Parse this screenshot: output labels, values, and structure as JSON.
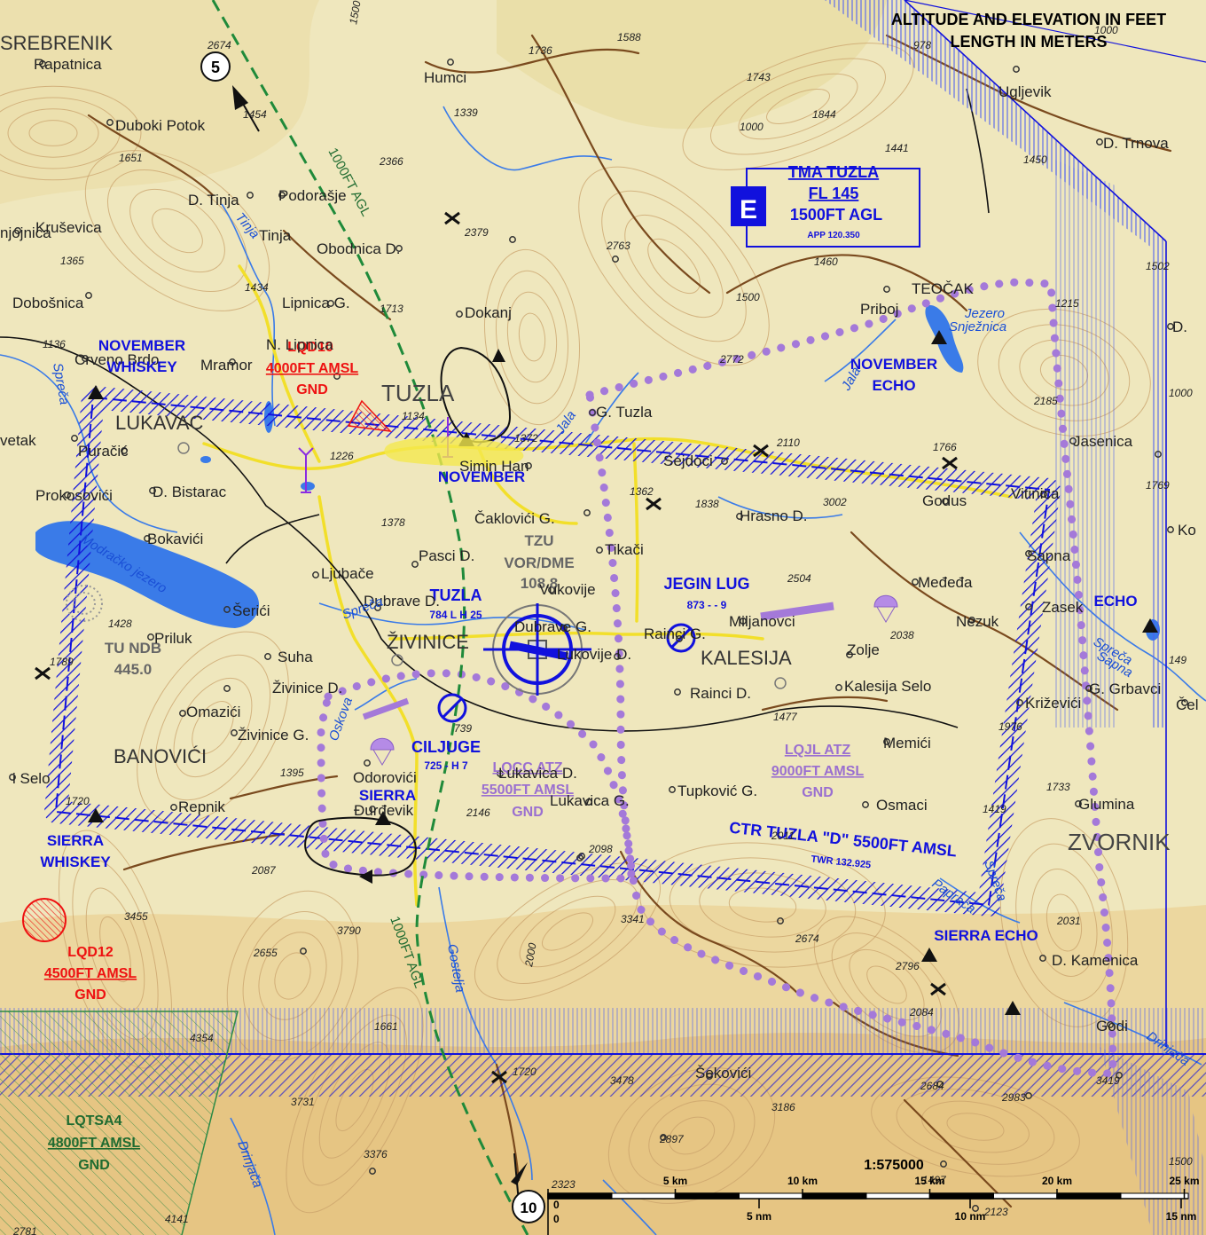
{
  "header": {
    "line1": "ALTITUDE AND ELEVATION IN FEET",
    "line2": "LENGTH IN METERS"
  },
  "colors": {
    "terrain_base": "#efe7bd",
    "terrain_high": "#e7c889",
    "contour": "#c9a16b",
    "airspace_blue": "#1111dd",
    "atz_purple": "#a479d9",
    "restricted_red": "#ee1111",
    "tsa_green": "#1f6b30",
    "water": "#3a7be8",
    "road_yellow": "#f2df2a",
    "road_brown": "#7a4a1e"
  },
  "airspace": {
    "tma": {
      "title": "TMA TUZLA",
      "upper": "FL 145",
      "lower": "1500FT AGL",
      "freq": "APP 120.350",
      "class": "E"
    },
    "ctr": {
      "title": "CTR TUZLA  \"D\"  5500FT AMSL",
      "freq": "TWR 132.925"
    },
    "locc": {
      "name": "LQCC ATZ",
      "upper": "5500FT AMSL",
      "lower": "GND"
    },
    "lqjl": {
      "name": "LQJL ATZ",
      "upper": "9000FT AMSL",
      "lower": "GND"
    },
    "lqd10": {
      "name": "LQD10",
      "upper": "4000FT AMSL",
      "lower": "GND"
    },
    "lqd12": {
      "name": "LQD12",
      "upper": "4500FT AMSL",
      "lower": "GND"
    },
    "lqtsa4": {
      "name": "LQTSA4",
      "upper": "4800FT AMSL",
      "lower": "GND"
    },
    "agl_line_1": "1000FT AGL",
    "agl_line_2": "1000FT AGL"
  },
  "navaids": {
    "vor": {
      "ident": "TZU",
      "type": "VOR/DME",
      "freq": "108.8"
    },
    "ndb": {
      "name": "TU NDB",
      "freq": "445.0"
    },
    "tuzla_ap": {
      "name": "TUZLA",
      "info": "784  L  H  25"
    },
    "jegin_lug": {
      "name": "JEGIN LUG",
      "info": "873  -  -  9"
    },
    "ciljuge": {
      "name": "CILJUGE",
      "info": "725  -  H  7"
    },
    "marker_5": "5",
    "marker_10": "10"
  },
  "reporting_points": [
    {
      "id": "november-whiskey",
      "line1": "NOVEMBER",
      "line2": "WHISKEY"
    },
    {
      "id": "november",
      "line1": "NOVEMBER",
      "line2": ""
    },
    {
      "id": "november-echo",
      "line1": "NOVEMBER",
      "line2": "ECHO"
    },
    {
      "id": "echo",
      "line1": "ECHO",
      "line2": ""
    },
    {
      "id": "sierra",
      "line1": "SIERRA",
      "line2": ""
    },
    {
      "id": "sierra-whiskey",
      "line1": "SIERRA",
      "line2": "WHISKEY"
    },
    {
      "id": "sierra-echo",
      "line1": "SIERRA ECHO",
      "line2": ""
    }
  ],
  "cities": {
    "tuzla": "TUZLA",
    "zivinice": "ŽIVINICE",
    "kalesija": "KALESIJA",
    "banovici": "BANOVIĆI",
    "lukavac": "LUKAVAC",
    "zvornik": "ZVORNIK",
    "srebrenik": "SREBRENIK",
    "teocak": "TEOČAK"
  },
  "places": [
    {
      "key": "rapatnica",
      "label": "Rapatnica"
    },
    {
      "key": "duboki",
      "label": "Duboki Potok"
    },
    {
      "key": "humci",
      "label": "Humci"
    },
    {
      "key": "dtinja",
      "label": "D. Tinja"
    },
    {
      "key": "podorasje",
      "label": "Podorašje"
    },
    {
      "key": "tinja",
      "label": "Tinja"
    },
    {
      "key": "obodnica",
      "label": "Obodnica D."
    },
    {
      "key": "lipnica",
      "label": "Lipnica G."
    },
    {
      "key": "dokanj",
      "label": "Dokanj"
    },
    {
      "key": "ugljevik",
      "label": "Ugljevik"
    },
    {
      "key": "dtrnova",
      "label": "D. Trnova"
    },
    {
      "key": "priboj",
      "label": "Priboj"
    },
    {
      "key": "krusevica",
      "label": "Kruševica"
    },
    {
      "key": "jojnica",
      "label": "njojnica"
    },
    {
      "key": "dobosnica",
      "label": "Dobošnica"
    },
    {
      "key": "crvenobrdo",
      "label": "Crveno Brdo"
    },
    {
      "key": "mramor",
      "label": "Mramor"
    },
    {
      "key": "nlipnica",
      "label": "N. Lipnica"
    },
    {
      "key": "gtuzla",
      "label": "G. Tuzla"
    },
    {
      "key": "simin",
      "label": "Simin Han"
    },
    {
      "key": "jasenica",
      "label": "Jasenica"
    },
    {
      "key": "vetak",
      "label": "vetak"
    },
    {
      "key": "puracic",
      "label": "Puračić"
    },
    {
      "key": "prokosovici",
      "label": "Prokosovići"
    },
    {
      "key": "dbistarac",
      "label": "D. Bistarac"
    },
    {
      "key": "caklovici",
      "label": "Čaklovići G."
    },
    {
      "key": "sejdoci",
      "label": "Sejdoci"
    },
    {
      "key": "hrasno",
      "label": "Hrasno D."
    },
    {
      "key": "godus",
      "label": "Godus"
    },
    {
      "key": "vitinica",
      "label": "Vitinica"
    },
    {
      "key": "bokavici",
      "label": "Bokavići"
    },
    {
      "key": "pasci",
      "label": "Pasci D."
    },
    {
      "key": "tikaci",
      "label": "Tikači"
    },
    {
      "key": "sapna",
      "label": "Sapna"
    },
    {
      "key": "ljubace",
      "label": "Ljubače"
    },
    {
      "key": "dubrave",
      "label": "Dubrave D."
    },
    {
      "key": "vukovije",
      "label": "Vukovije"
    },
    {
      "key": "mededa",
      "label": "Međeđa"
    },
    {
      "key": "seric",
      "label": "Šerići"
    },
    {
      "key": "miljanovci",
      "label": "Miljanovci"
    },
    {
      "key": "nezuk",
      "label": "Nezuk"
    },
    {
      "key": "zasek",
      "label": "Zasek"
    },
    {
      "key": "priluk",
      "label": "Priluk"
    },
    {
      "key": "dubraveg",
      "label": "Dubrave G."
    },
    {
      "key": "rainci",
      "label": "Rainci G."
    },
    {
      "key": "zolje",
      "label": "Zolje"
    },
    {
      "key": "suha",
      "label": "Suha"
    },
    {
      "key": "lukovije",
      "label": "Lukovije D."
    },
    {
      "key": "grbavci",
      "label": "G. Grbavci"
    },
    {
      "key": "raincid",
      "label": "Rainci D."
    },
    {
      "key": "kalesijaselo",
      "label": "Kalesija Selo"
    },
    {
      "key": "zivinicedd",
      "label": "Živinice D."
    },
    {
      "key": "krizevici",
      "label": "Križevići"
    },
    {
      "key": "omazici",
      "label": "Omazići"
    },
    {
      "key": "zivinicegg",
      "label": "Živinice G."
    },
    {
      "key": "memici",
      "label": "Memići"
    },
    {
      "key": "iselo",
      "label": "i Selo"
    },
    {
      "key": "odorovici",
      "label": "Odorovići"
    },
    {
      "key": "lukavicad",
      "label": "Lukavica D."
    },
    {
      "key": "tupkovic",
      "label": "Tupković G."
    },
    {
      "key": "durdevik",
      "label": "Đurđevik"
    },
    {
      "key": "repnik",
      "label": "Repnik"
    },
    {
      "key": "lukavicag",
      "label": "Lukavica G."
    },
    {
      "key": "osmaci",
      "label": "Osmaci"
    },
    {
      "key": "glumina",
      "label": "Glumina"
    },
    {
      "key": "dkamenica",
      "label": "D. Kamenica"
    },
    {
      "key": "godi",
      "label": "Godi"
    },
    {
      "key": "sekovici",
      "label": "Šekovići"
    },
    {
      "key": "celic",
      "label": "Čel"
    },
    {
      "key": "ko",
      "label": "Ko"
    },
    {
      "key": "dd",
      "label": "D."
    }
  ],
  "waters": {
    "modrac": "Modračko jezero",
    "sprecaw": "Spreča",
    "sprecac": "Spreča",
    "sprecae": "Spreča",
    "tinja": "Tinja",
    "jala": "Jala",
    "jala2": "Jala",
    "oskova": "Oskova",
    "gostelja": "Gostelja",
    "drinjaca": "Drinjača",
    "drinjaca2": "Drinjača",
    "snjeznica1": "Jezero",
    "snjeznica2": "Snježnica",
    "sapna": "Sapna",
    "papraca": "Papraća",
    "spreca2": "Spreča"
  },
  "elevations": [
    {
      "key": "e2674",
      "label": "2674"
    },
    {
      "key": "e1454",
      "label": "1454"
    },
    {
      "key": "e1736",
      "label": "1736"
    },
    {
      "key": "e1588",
      "label": "1588"
    },
    {
      "key": "e1339",
      "label": "1339"
    },
    {
      "key": "e1743",
      "label": "1743"
    },
    {
      "key": "e1844",
      "label": "1844"
    },
    {
      "key": "e978",
      "label": "978"
    },
    {
      "key": "e1651",
      "label": "1651"
    },
    {
      "key": "e2366",
      "label": "2366"
    },
    {
      "key": "e1441",
      "label": "1441"
    },
    {
      "key": "e1450",
      "label": "1450"
    },
    {
      "key": "e2379",
      "label": "2379"
    },
    {
      "key": "e2763",
      "label": "2763"
    },
    {
      "key": "e1460",
      "label": "1460"
    },
    {
      "key": "e1365",
      "label": "1365"
    },
    {
      "key": "e1434",
      "label": "1434"
    },
    {
      "key": "e1713",
      "label": "1713"
    },
    {
      "key": "e1502",
      "label": "1502"
    },
    {
      "key": "e1215",
      "label": "1215"
    },
    {
      "key": "e1136",
      "label": "1136"
    },
    {
      "key": "e2772",
      "label": "2772"
    },
    {
      "key": "e1134",
      "label": "1134"
    },
    {
      "key": "e1372",
      "label": "1372"
    },
    {
      "key": "e2110",
      "label": "2110"
    },
    {
      "key": "e2185",
      "label": "2185"
    },
    {
      "key": "e1766",
      "label": "1766"
    },
    {
      "key": "e1226",
      "label": "1226"
    },
    {
      "key": "e1362",
      "label": "1362"
    },
    {
      "key": "e1838",
      "label": "1838"
    },
    {
      "key": "e3002",
      "label": "3002"
    },
    {
      "key": "e1769",
      "label": "1769"
    },
    {
      "key": "e1378",
      "label": "1378"
    },
    {
      "key": "e2504",
      "label": "2504"
    },
    {
      "key": "e1428",
      "label": "1428"
    },
    {
      "key": "e2038",
      "label": "2038"
    },
    {
      "key": "e1789",
      "label": "1789"
    },
    {
      "key": "e1477",
      "label": "1477"
    },
    {
      "key": "e739",
      "label": "739"
    },
    {
      "key": "e1976",
      "label": "1976"
    },
    {
      "key": "e1395",
      "label": "1395"
    },
    {
      "key": "e1733",
      "label": "1733"
    },
    {
      "key": "e1720",
      "label": "1720"
    },
    {
      "key": "e2146",
      "label": "2146"
    },
    {
      "key": "e2011",
      "label": "2011"
    },
    {
      "key": "e1419",
      "label": "1419"
    },
    {
      "key": "e2087",
      "label": "2087"
    },
    {
      "key": "e2098",
      "label": "2098"
    },
    {
      "key": "e3455",
      "label": "3455"
    },
    {
      "key": "e3790",
      "label": "3790"
    },
    {
      "key": "e3341",
      "label": "3341"
    },
    {
      "key": "e2674b",
      "label": "2674"
    },
    {
      "key": "e2031",
      "label": "2031"
    },
    {
      "key": "e2655",
      "label": "2655"
    },
    {
      "key": "e2796",
      "label": "2796"
    },
    {
      "key": "e1661",
      "label": "1661"
    },
    {
      "key": "e2084",
      "label": "2084"
    },
    {
      "key": "e4354",
      "label": "4354"
    },
    {
      "key": "e1720b",
      "label": "1720"
    },
    {
      "key": "e3478",
      "label": "3478"
    },
    {
      "key": "e2684",
      "label": "2684"
    },
    {
      "key": "e2983",
      "label": "2983"
    },
    {
      "key": "e3419",
      "label": "3419"
    },
    {
      "key": "e3731",
      "label": "3731"
    },
    {
      "key": "e3186",
      "label": "3186"
    },
    {
      "key": "e2897",
      "label": "2897"
    },
    {
      "key": "e3376",
      "label": "3376"
    },
    {
      "key": "e2323",
      "label": "2323"
    },
    {
      "key": "e1497",
      "label": "1497"
    },
    {
      "key": "e2123",
      "label": "2123"
    },
    {
      "key": "e4141",
      "label": "4141"
    },
    {
      "key": "e2781",
      "label": "2781"
    },
    {
      "key": "e149",
      "label": "149"
    }
  ],
  "contour_labels": [
    {
      "key": "c1500a",
      "label": "1500"
    },
    {
      "key": "c1000a",
      "label": "1000"
    },
    {
      "key": "c1500b",
      "label": "1500"
    },
    {
      "key": "c1000b",
      "label": "1000"
    },
    {
      "key": "c2000a",
      "label": "2000"
    },
    {
      "key": "c1500c",
      "label": "1500"
    },
    {
      "key": "c1000c",
      "label": "1000"
    }
  ],
  "scale": {
    "ratio": "1:575000",
    "km": [
      "0",
      "5 km",
      "10 km",
      "15 km",
      "20 km",
      "25 km"
    ],
    "nm": [
      "0",
      "5 nm",
      "10 nm",
      "15 nm"
    ]
  }
}
